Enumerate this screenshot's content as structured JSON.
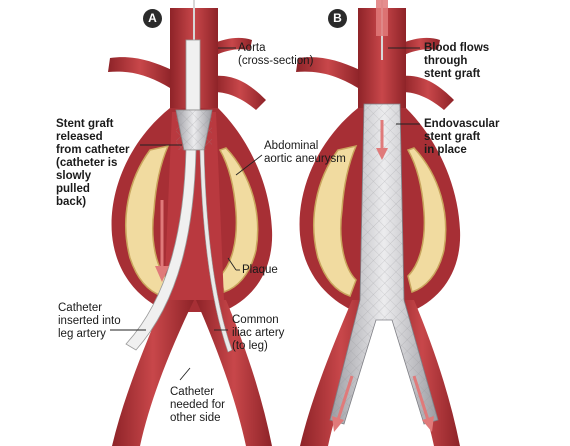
{
  "panels": {
    "a": {
      "badge": "A",
      "labels": {
        "aorta": "Aorta\n(cross-section)",
        "stent_released": "Stent graft\nreleased\nfrom catheter\n(catheter is\nslowly\npulled\nback)",
        "aneurysm": "Abdominal\naortic aneurysm",
        "plaque": "Plaque",
        "catheter_inserted": "Catheter\ninserted into\nleg artery",
        "iliac": "Common\niliac artery\n(to leg)",
        "catheter_other": "Catheter\nneeded for\nother side"
      }
    },
    "b": {
      "badge": "B",
      "labels": {
        "blood_flow": "Blood flows\nthrough\nstent graft",
        "stent_in_place": "Endovascular\nstent graft\nin place"
      }
    }
  },
  "colors": {
    "artery": "#b5343a",
    "artery_dark": "#8e2328",
    "artery_light": "#d56a6a",
    "plaque": "#f1dba0",
    "plaque_edge": "#c9a55d",
    "catheter": "#e6e6e6",
    "stent": "#cfcfd2",
    "arrow": "#e07a7a"
  }
}
